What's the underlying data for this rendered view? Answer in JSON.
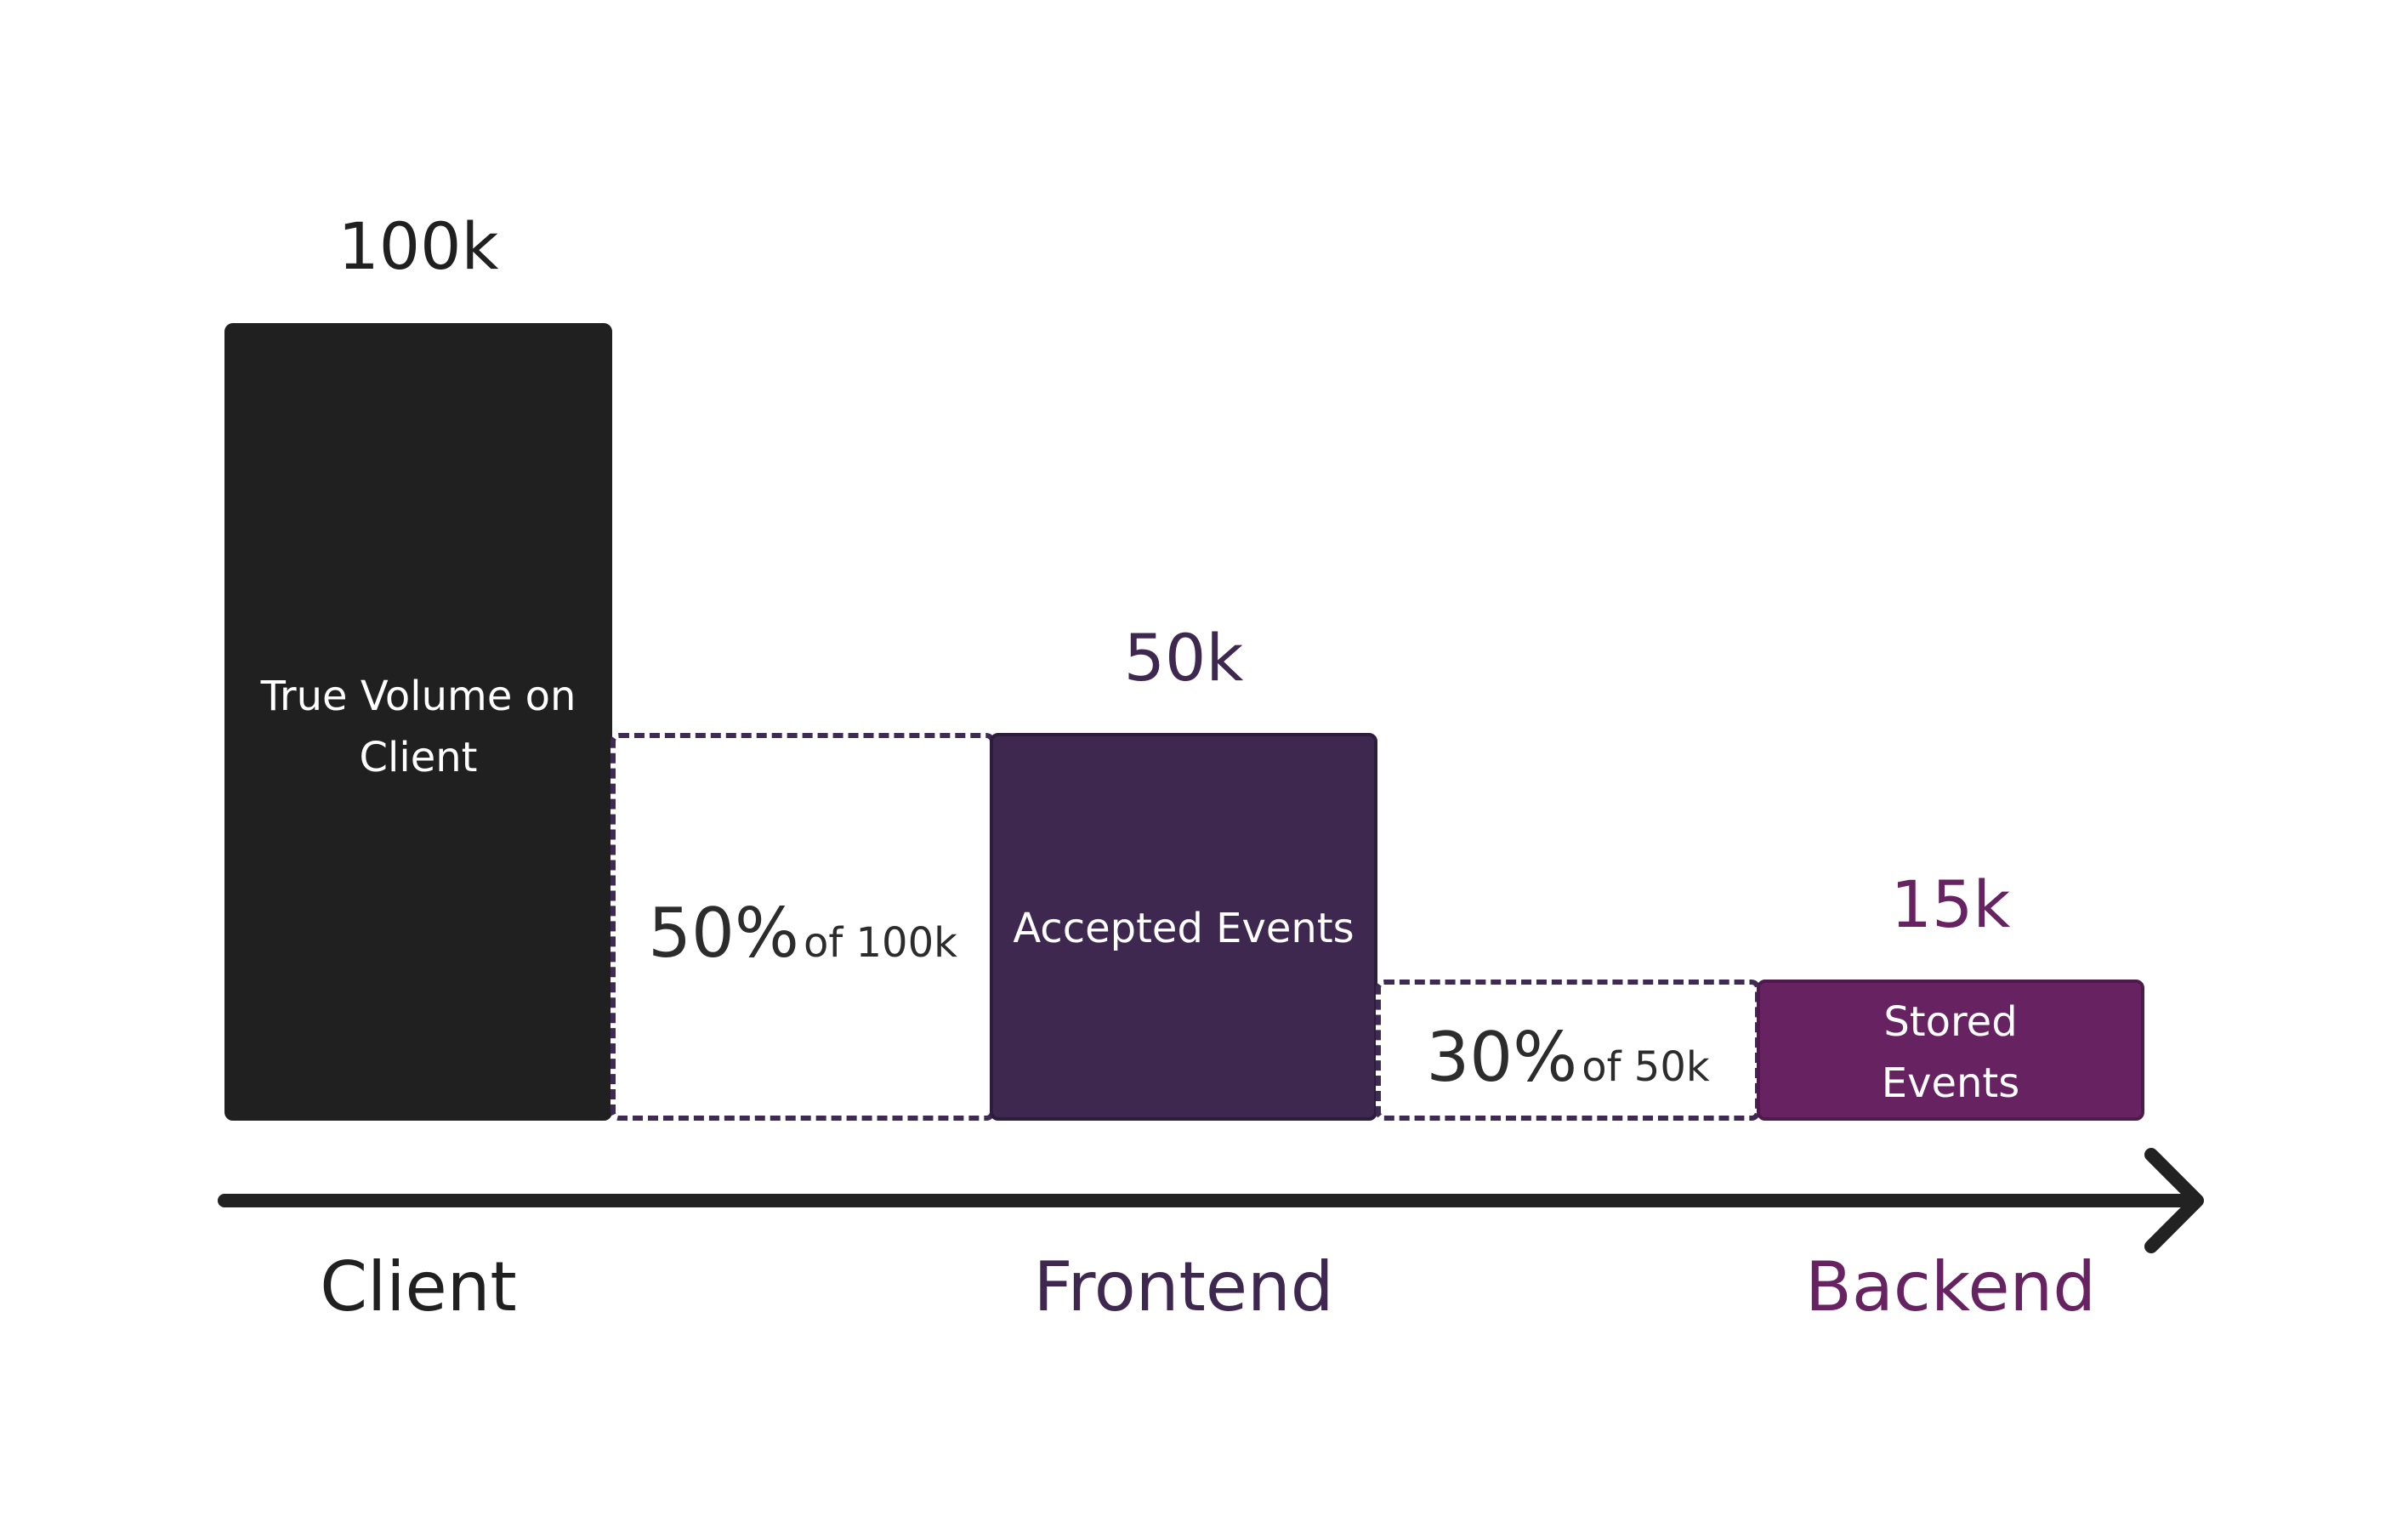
{
  "colors": {
    "client": "#202020",
    "frontend": "#3e2850",
    "backend": "#672262",
    "dashed": "#3e2a52",
    "arrow": "#222222"
  },
  "bars": {
    "client": {
      "value": "100k",
      "label_line1": "True Volume on",
      "label_line2": "Client"
    },
    "frontend": {
      "value": "50k",
      "label": "Accepted Events"
    },
    "backend": {
      "value": "15k",
      "label_line1": "Stored",
      "label_line2": "Events"
    }
  },
  "reductions": {
    "first": {
      "percent": "50%",
      "of": "of 100k"
    },
    "second": {
      "percent": "30%",
      "of": "of 50k"
    }
  },
  "stages": {
    "client": "Client",
    "frontend": "Frontend",
    "backend": "Backend"
  }
}
